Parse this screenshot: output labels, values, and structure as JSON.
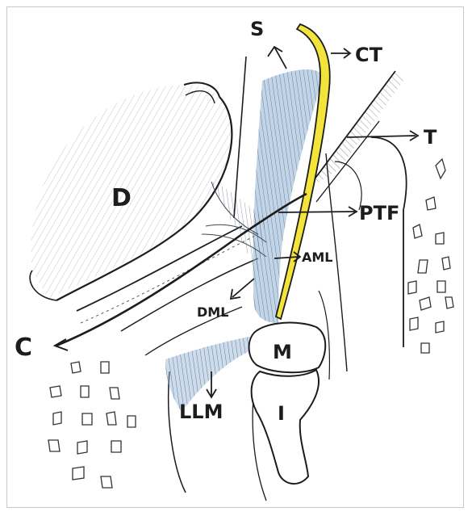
{
  "labels": {
    "s": "S",
    "ct": "CT",
    "t": "T",
    "ptf": "PTF",
    "aml": "AML",
    "dml": "DML",
    "d": "D",
    "c": "C",
    "m": "M",
    "i": "I",
    "llm": "LLM"
  },
  "colors": {
    "ink": "#1c1c1c",
    "yellow_structure": "#f2e43a",
    "ligament_blue": "#8fb2d6",
    "fat_gray": "#8a8a8a"
  }
}
